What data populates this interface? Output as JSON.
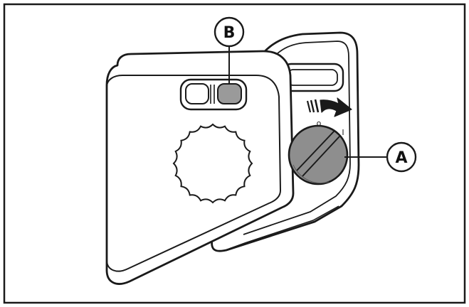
{
  "callouts": {
    "a": "A",
    "b": "B"
  },
  "dial_marks": {
    "off": "o",
    "on": "I"
  },
  "icons": {
    "arrow": "rotate-arrow-icon",
    "knob": "rotary-knob-icon",
    "dial": "toothed-dial-icon"
  },
  "colors": {
    "line": "#1a1a1a",
    "knob_fill": "#8e8e8e",
    "indicator_fill": "#9a9a9a",
    "panel_fill": "#ffffff"
  }
}
